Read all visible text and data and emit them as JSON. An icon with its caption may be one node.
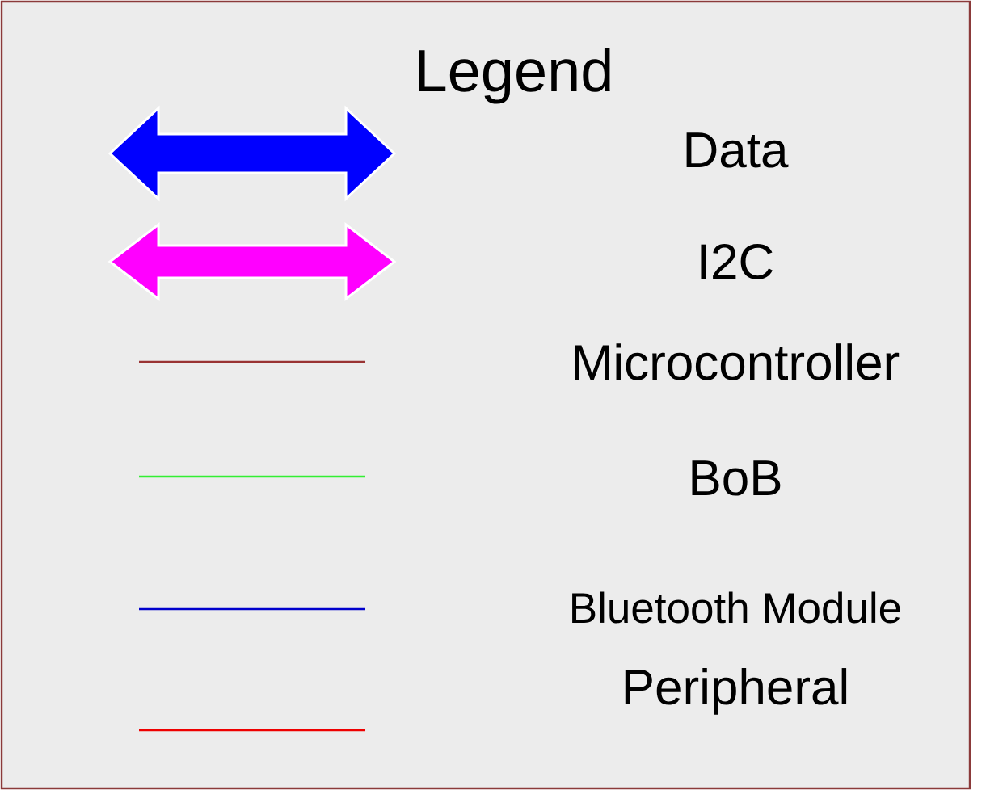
{
  "diagram": {
    "title": "Legend",
    "legend": [
      {
        "text": "Data",
        "color": "#0000ff"
      },
      {
        "text": "I2C",
        "color": "#ff00ff"
      },
      {
        "text": "Microcontroller"
      },
      {
        "text": "BoB"
      },
      {
        "text": "Bluetooth Module"
      },
      {
        "text": "Peripheral"
      }
    ]
  }
}
